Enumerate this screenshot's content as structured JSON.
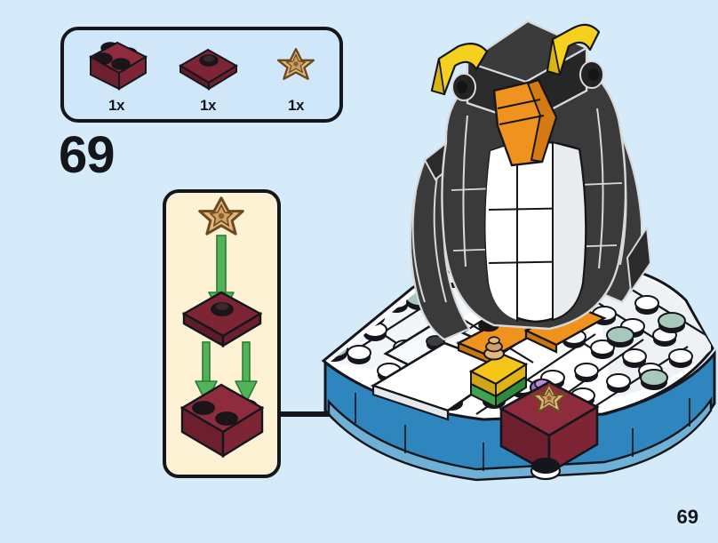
{
  "page": {
    "step_number": "69",
    "page_number": "69",
    "background_color": "#d6ebfa"
  },
  "parts_callout": {
    "border_color": "#14161c",
    "fill_color": "#cfe7f8",
    "items": [
      {
        "id": "brick-2x2-dark-red",
        "name": "2x2 brick",
        "quantity": "1x",
        "color": "#8e2b3c",
        "color_name": "dark red",
        "stud_color": "#1c1417"
      },
      {
        "id": "plate-2x2-dark-red-center-stud",
        "name": "2x2 plate with center stud",
        "quantity": "1x",
        "color": "#7d2435",
        "color_name": "dark red",
        "stud_color": "#1c1417"
      },
      {
        "id": "starfish-tan",
        "name": "starfish",
        "quantity": "1x",
        "color": "#e3b880",
        "color_name": "tan",
        "outline_color": "#6b4a20"
      }
    ]
  },
  "substep": {
    "border_color": "#14161c",
    "fill_color": "#fdf3d4",
    "arrow_color": "#52b359",
    "arrow_outline_color": "#2f7a36",
    "sequence": [
      {
        "id": "starfish-tan",
        "label": "starfish",
        "color": "#e3b880"
      },
      {
        "id": "plate-2x2-dark-red-center-stud",
        "label": "2x2 plate with center stud",
        "color": "#7d2435"
      },
      {
        "id": "brick-2x2-dark-red",
        "label": "2x2 brick",
        "color": "#8e2b3c"
      }
    ]
  },
  "transfer_arrow": {
    "color": "#14161c",
    "direction": "right"
  },
  "model": {
    "name": "rockhopper penguin on ice base",
    "colors": {
      "penguin_body": "#3a3a3a",
      "penguin_body_dark": "#2b2b2b",
      "penguin_belly": "#ffffff",
      "penguin_belly_shade": "#e6e8ea",
      "beak": "#f0921e",
      "crest": "#f5d01e",
      "feet": "#f0921e",
      "base_snow": "#ffffff",
      "base_snow_shade": "#e9edf0",
      "base_water": "#2f86bf",
      "base_water_dark": "#1f6c9e",
      "base_water_light": "#6fb0d6",
      "accent_tile": "#a8c8bb",
      "outline": "#14161c"
    },
    "assembly_target": {
      "id": "brick-2x2-dark-red",
      "label": "dark red brick with starfish",
      "color": "#8e2b3c",
      "topper_color": "#e3b880"
    },
    "nearby_elements": [
      {
        "id": "brick-yellow",
        "color": "#f5c518"
      },
      {
        "id": "brick-green",
        "color": "#3fa34d"
      },
      {
        "id": "brick-orange",
        "color": "#f0921e"
      },
      {
        "id": "element-purple",
        "color": "#9a6fc4"
      }
    ]
  }
}
